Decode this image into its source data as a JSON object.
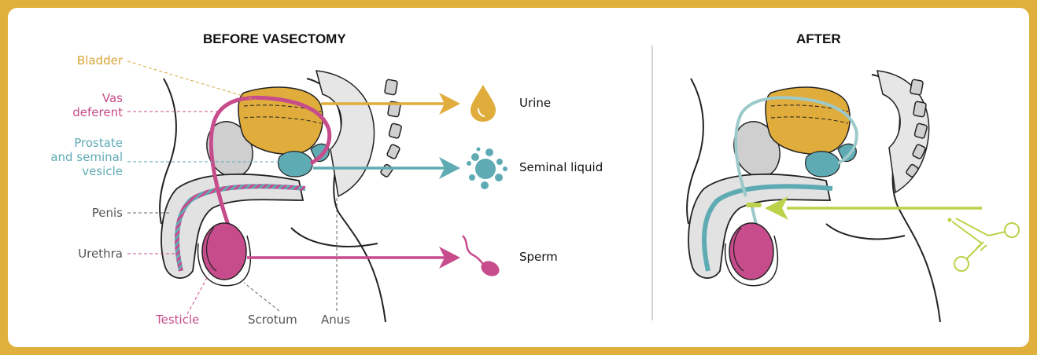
{
  "titles": {
    "before": "BEFORE VASECTOMY",
    "after": "AFTER"
  },
  "labels": {
    "bladder": "Bladder",
    "vas_line1": "Vas",
    "vas_line2": "deferent",
    "prostate_line1": "Prostate",
    "prostate_line2": "and seminal",
    "prostate_line3": "vesicle",
    "penis": "Penis",
    "urethra": "Urethra",
    "testicle": "Testicle",
    "scrotum": "Scrotum",
    "anus": "Anus"
  },
  "outputs": {
    "urine": "Urine",
    "seminal_liquid": "Seminal liquid",
    "sperm": "Sperm"
  },
  "colors": {
    "frame": "#e0b03c",
    "bladder": "#e0ac3c",
    "vas_deferens": "#c74c8c",
    "prostate": "#5fabb4",
    "tissue_gray": "#d7d7d7",
    "cut_marker": "#bcd24a",
    "neutral_label": "#555555"
  },
  "icons": [
    "drop-icon",
    "splash-icon",
    "sperm-icon",
    "surgical-clamp-icon",
    "cut-arrow-icon"
  ]
}
